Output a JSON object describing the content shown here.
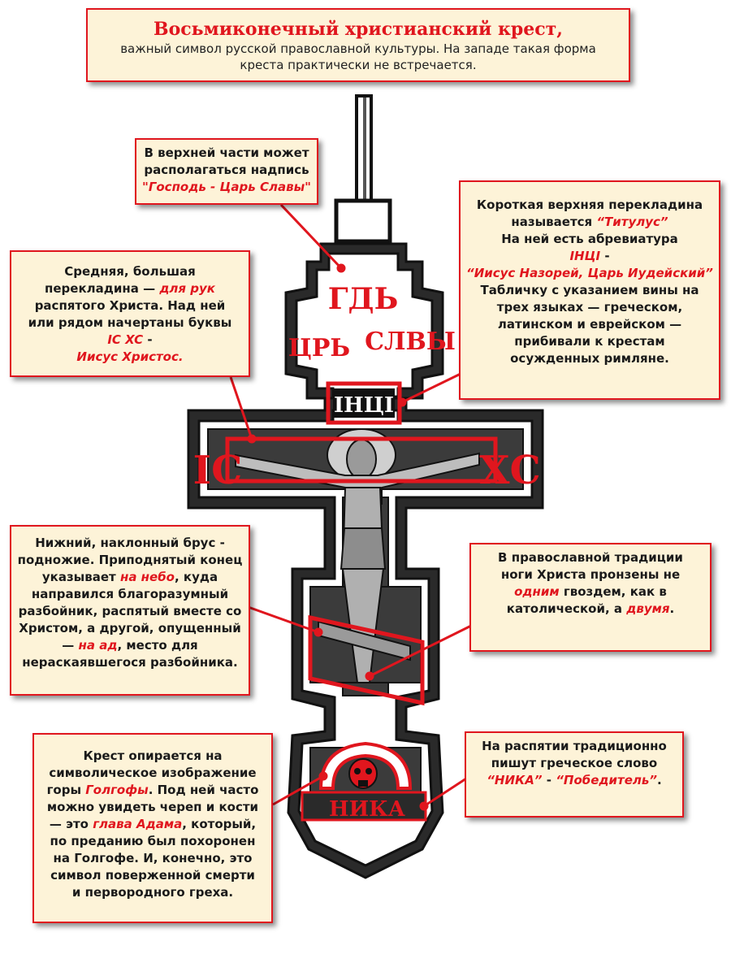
{
  "title": {
    "heading": "Восьмиконечный  христианский крест,",
    "line1": "важный символ русской православной культуры. На западе такая форма",
    "line2": "креста практически не встречается."
  },
  "cross_labels": {
    "gd": "ГДЬ",
    "tsr": "ЦРЬ",
    "slvy": "СЛВЫ",
    "inci": "ІНЦІ",
    "ic": "ІС",
    "xc": "ХС",
    "nika": "НИКА"
  },
  "box_top": {
    "l1": "В верхней части может",
    "l2": "располагаться надпись",
    "em": "\"Господь - Царь Славы\""
  },
  "box_titulus": {
    "l1": "Короткая верхняя перекладина",
    "l2a": "называется ",
    "l2em": "“Титулус”",
    "l3": "На ней есть абревиатура",
    "l4em": "ІНЦІ",
    "l4b": " -",
    "l5em": "“Иисус Назорей, Царь Иудейский”",
    "l6": "Табличку с указанием вины на",
    "l7": "трех языках — греческом,",
    "l8": "латинском и еврейском —",
    "l9": "прибивали к крестам",
    "l10": "осужденных римляне."
  },
  "box_middle": {
    "l1": "Средняя, большая",
    "l2a": "перекладина — ",
    "l2em": "для рук",
    "l3": "распятого Христа. Над ней",
    "l4": "или рядом начертаны буквы",
    "l5em": "IC XC",
    "l5b": " -",
    "l6em": "Иисус Христос."
  },
  "box_foot": {
    "l1": "Нижний, наклонный брус -",
    "l2": "подножие. Приподнятый конец",
    "l3a": "указывает ",
    "l3em": "на небо",
    "l3b": ", куда",
    "l4": "направился благоразумный",
    "l5": "разбойник, распятый вместе со",
    "l6": "Христом, а другой, опущенный",
    "l7a": "—  ",
    "l7em": "на ад",
    "l7b": ", место для",
    "l8": "нераскаявшегося разбойника."
  },
  "box_nail": {
    "l1": "В православной традиции",
    "l2": "ноги Христа пронзены не",
    "l3em": "одним",
    "l3b": " гвоздем, как в",
    "l4a": "католической, а ",
    "l4em": "двумя",
    "l4b": "."
  },
  "box_golgotha": {
    "l1": "Крест опирается на",
    "l2": "символическое изображение",
    "l3a": "горы ",
    "l3em": "Голгофы",
    "l3b": ". Под ней часто",
    "l4": "можно увидеть череп и кости",
    "l5a": "— это ",
    "l5em": "глава Адама",
    "l5b": ", который,",
    "l6": "по преданию был похоронен",
    "l7": "на Голгофе. И, конечно, это",
    "l8": "символ поверженной смерти",
    "l9": "и первородного греха."
  },
  "box_nika": {
    "l1": "На распятии традиционно",
    "l2": "пишут греческое слово",
    "l3em1": "“НИКА”",
    "l3b": "  -  ",
    "l3em2": "“Победитель”",
    "l3c": "."
  },
  "colors": {
    "accent": "#e0161e",
    "box_bg": "#fdf3d8",
    "metal": "#2a2a2a"
  }
}
